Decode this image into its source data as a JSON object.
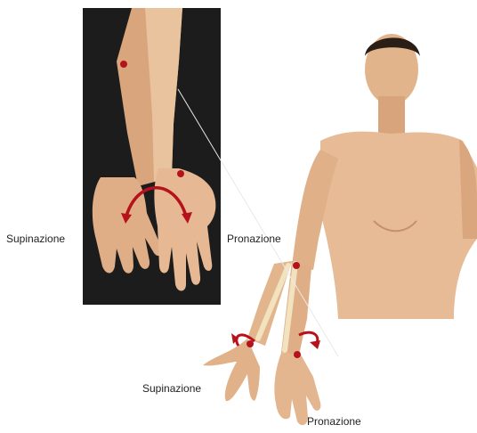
{
  "labels": {
    "supination_top": "Supinazione",
    "pronation_top": "Pronazione",
    "supination_bottom": "Supinazione",
    "pronation_bottom": "Pronazione"
  },
  "colors": {
    "photo_background": "#1c1c1c",
    "skin": "#e9c19a",
    "skin_shadow": "#c98f63",
    "marker": "#b5121b",
    "bone": "#f2e3c0"
  },
  "icons": [
    "rotation-arrow-icon",
    "landmark-dot-icon"
  ]
}
